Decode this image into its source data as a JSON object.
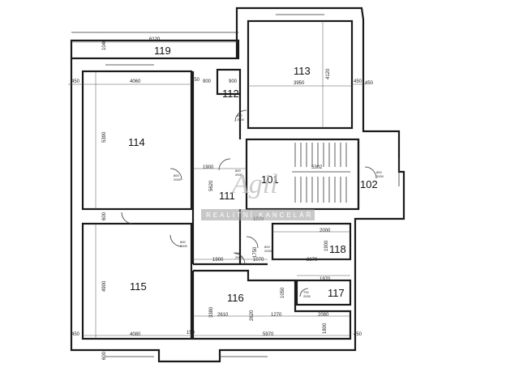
{
  "rooms": {
    "r101": "101",
    "r102": "102",
    "r111": "111",
    "r112": "112",
    "r113": "113",
    "r114": "114",
    "r115": "115",
    "r116": "116",
    "r117": "117",
    "r118": "118",
    "r119": "119"
  },
  "dims": {
    "d6120": "6120",
    "d4060": "4060",
    "d900a": "900",
    "d900b": "900",
    "d3950": "3950",
    "d4120": "4120",
    "d450a": "450",
    "d450b": "450",
    "d450c": "450",
    "d450d": "450",
    "d5390": "5390",
    "d1900a": "1900",
    "d1900b": "1900",
    "d5302": "5302",
    "d1070a": "1070",
    "d1070b": "1070",
    "d2000": "2000",
    "d1750": "1750",
    "d1900c": "1900",
    "d2670": "2670",
    "d1970": "1970",
    "d4900": "4900",
    "d4080": "4080",
    "d2610": "2610",
    "d1270": "1270",
    "d2080": "2080",
    "d5970": "5970",
    "d600a": "600",
    "d600b": "600",
    "d150a": "150",
    "d150b": "150",
    "d1040": "1040",
    "d5620": "5620",
    "d2620": "2620",
    "d3380": "3380",
    "d1050": "1050",
    "d1800": "1800",
    "d450e": "450"
  },
  "doors": {
    "dr1": "800\n2000",
    "dr2": "800\n2000",
    "dr3": "800\n2000",
    "dr4": "800\n2000",
    "dr5": "800\n2000",
    "dr6": "800\n2000",
    "dr7": "900\n2000",
    "dr8": "700\n2000"
  },
  "watermark": {
    "logo": "Agil",
    "tagline": "REALITNÍ KANCELÁŘ"
  },
  "colors": {
    "wall": "#1a1a1a",
    "watermark": "#9a9a9a"
  }
}
